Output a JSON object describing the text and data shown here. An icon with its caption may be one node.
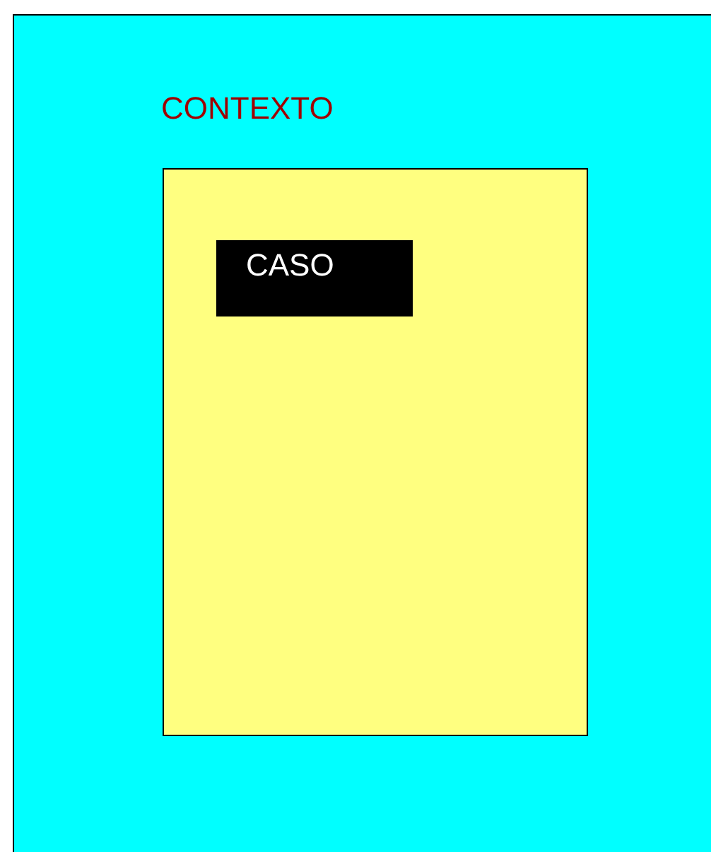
{
  "diagram": {
    "nodes": [
      {
        "text": [],
        "shape": "box"
      },
      {
        "text": [
          "CONTEXTO"
        ],
        "in": 0
      },
      {
        "text": [
          "CASO"
        ],
        "in": 1
      }
    ]
  }
}
